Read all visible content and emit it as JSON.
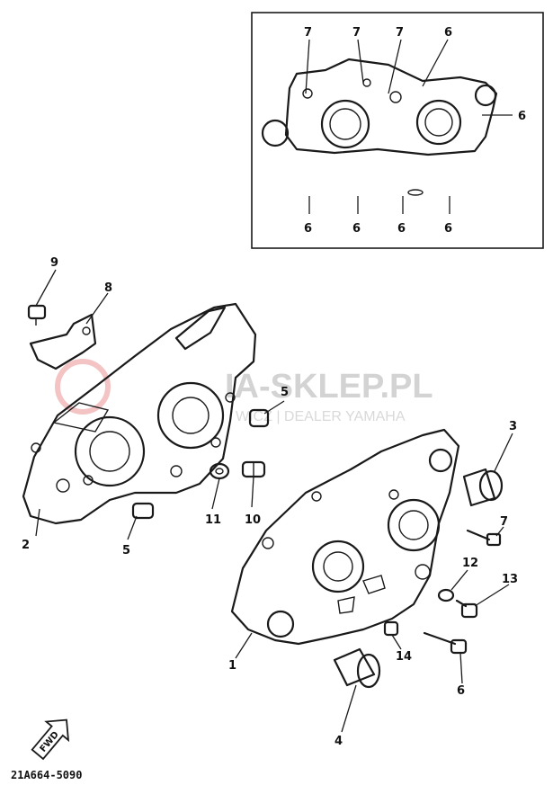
{
  "inset": {
    "top_labels": [
      "7",
      "7",
      "7",
      "6"
    ],
    "right_label": "6",
    "bottom_labels": [
      "6",
      "6",
      "6",
      "6"
    ]
  },
  "callouts": {
    "c1": "1",
    "c2": "2",
    "c3": "3",
    "c4": "4",
    "c5a": "5",
    "c5b": "5",
    "c6a": "6",
    "c6b": "6",
    "c7": "7",
    "c8": "8",
    "c9": "9",
    "c10": "10",
    "c11": "11",
    "c12": "12",
    "c13": "13",
    "c14": "14"
  },
  "watermark": {
    "main": "IA-SKLEP.PL",
    "sub": "WICZ | DEALER YAMAHA"
  },
  "fwd_label": "FWD",
  "diagram_code": "21A664-5090"
}
